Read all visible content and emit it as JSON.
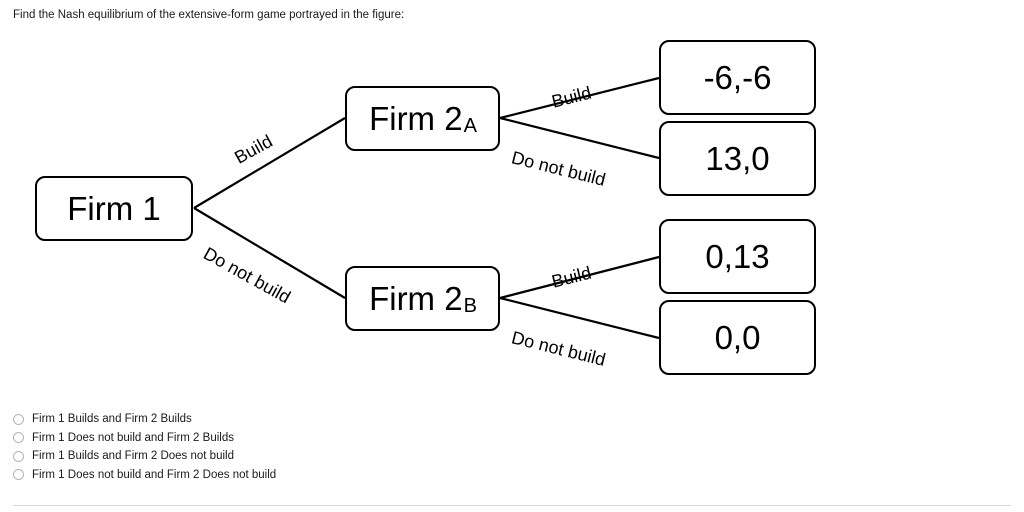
{
  "prompt": "Find the Nash equilibrium of the extensive-form game portrayed in the figure:",
  "figure": {
    "nodes": {
      "root": {
        "label": "Firm 1",
        "subscript": ""
      },
      "firm2a": {
        "label": "Firm 2",
        "subscript": "A"
      },
      "firm2b": {
        "label": "Firm 2",
        "subscript": "B"
      }
    },
    "edge_labels": {
      "root_build": "Build",
      "root_do_not_build": "Do not build",
      "a_build": "Build",
      "a_do_not_build": "Do not build",
      "b_build": "Build",
      "b_do_not_build": "Do not build"
    },
    "payoffs": [
      {
        "value": "-6,-6",
        "path": "Build / Build"
      },
      {
        "value": "13,0",
        "path": "Build / Do not build"
      },
      {
        "value": "0,13",
        "path": "Do not build / Build"
      },
      {
        "value": "0,0",
        "path": "Do not build / Do not build"
      }
    ]
  },
  "options": [
    {
      "label": "Firm 1 Builds and Firm 2 Builds",
      "selected": false
    },
    {
      "label": "Firm 1 Does not build and Firm 2 Builds",
      "selected": false
    },
    {
      "label": "Firm 1 Builds and Firm 2 Does not build",
      "selected": false
    },
    {
      "label": "Firm 1 Does not build and Firm 2 Does not build",
      "selected": false
    }
  ],
  "colors": {
    "ink": "#000000",
    "text": "#1a1a1a",
    "radio_border": "#b5b5b5",
    "divider": "#d9d9d9"
  }
}
